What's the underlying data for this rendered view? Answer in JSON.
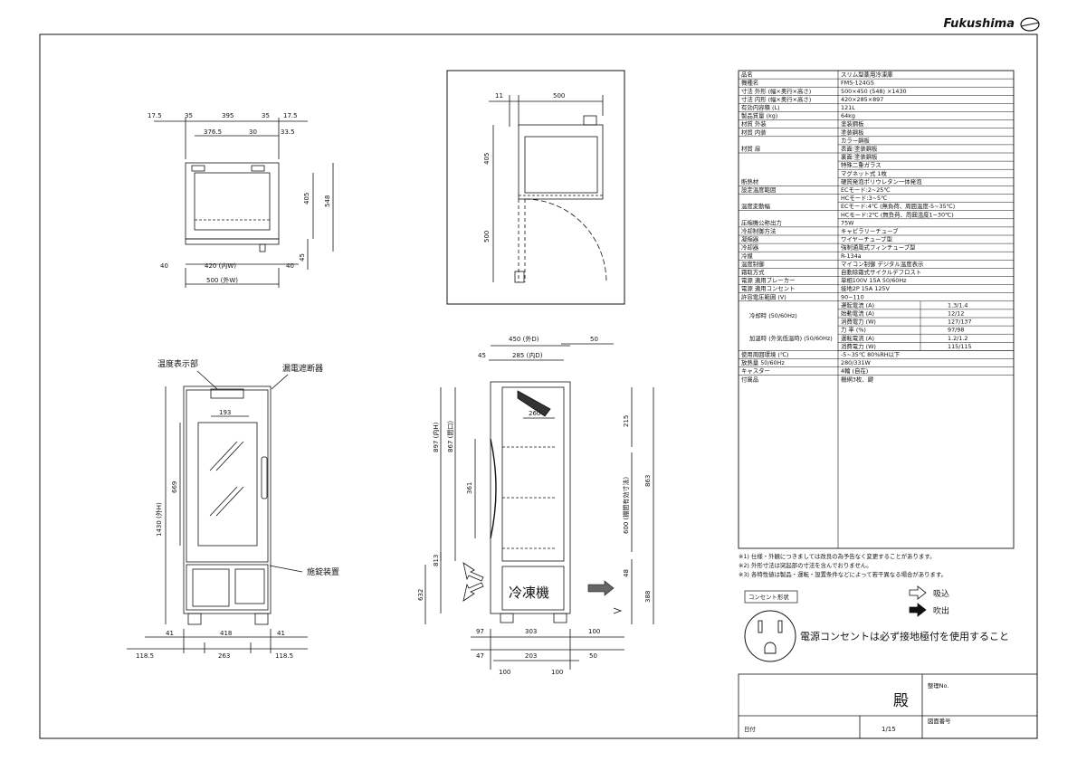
{
  "brand": "Fukushima",
  "front_small": {
    "top_dims": [
      "17.5",
      "35",
      "395",
      "35",
      "17.5"
    ],
    "sub_dims": [
      "376.5",
      "30",
      "33.5"
    ],
    "side_dims": [
      "405",
      "548",
      "45"
    ],
    "bottom_dims": [
      "40",
      "420 (内W)",
      "40"
    ],
    "total_width": "500 (外W)"
  },
  "side_small": {
    "top_dims": [
      "11",
      "500"
    ],
    "side_dims": [
      "405",
      "500"
    ]
  },
  "front_large": {
    "label_temp_display": "温度表示部",
    "label_breaker": "漏電遮断器",
    "label_lock": "施錠装置",
    "height_total": "1430 (外H)",
    "window_height": "669",
    "window_width": "193",
    "bottom_row1": [
      "41",
      "418",
      "41"
    ],
    "bottom_row2": [
      "118.5",
      "263",
      "118.5"
    ]
  },
  "side_large": {
    "depth_outer": "450 (外D)",
    "gap_right": "50",
    "left_45": "45",
    "depth_inner": "285 (内D)",
    "shelf_width": "260",
    "h_897": "897 (内H)",
    "h_867": "867 (間口)",
    "h_361": "361",
    "h_813": "813",
    "h_632": "632",
    "h_215": "215",
    "h_863": "863",
    "h_600": "600 (棚間有効寸法)",
    "h_48": "48",
    "h_388": "388",
    "unit_label": "冷凍機",
    "bottom_row1": [
      "97",
      "303",
      "100"
    ],
    "bottom_row2": [
      "47",
      "203",
      "50"
    ],
    "bottom_row3": [
      "100",
      "100"
    ]
  },
  "spec_table": {
    "rows": [
      {
        "label": "品名",
        "value": "スリム型薬用冷凍庫"
      },
      {
        "label": "機種名",
        "value": "FMS-124GS"
      },
      {
        "label": "寸法 外形 (幅×奥行×高さ)",
        "value": "500×450 (548) ×1430"
      },
      {
        "label": "寸法 内形 (幅×奥行×高さ)",
        "value": "420×285×897"
      },
      {
        "label": "有効内容積 (L)",
        "value": "121L"
      },
      {
        "label": "製品質量 (kg)",
        "value": "64kg"
      },
      {
        "label": "材質 外装",
        "value": "塗装鋼板"
      },
      {
        "label": "材質 内装",
        "value": "塗装鋼板"
      },
      {
        "label": "",
        "value": "カラー鋼板"
      },
      {
        "label": "材質 扉",
        "value": "表面:塗装鋼板"
      },
      {
        "label": "",
        "value": "裏面:塗装鋼板"
      },
      {
        "label": "",
        "value": "特殊二重ガラス"
      },
      {
        "label": "",
        "value": "マグネット式 1枚"
      },
      {
        "label": "断熱材",
        "value": "硬質発泡ポリウレタン一体発泡"
      },
      {
        "label": "設定温度範囲",
        "value": "ECモード:2~25℃"
      },
      {
        "label": "",
        "value": "HCモード:3~5℃"
      },
      {
        "label": "温度変動幅",
        "value": "ECモード:4℃ (無負荷、周囲温度-5~35℃)"
      },
      {
        "label": "",
        "value": "HCモード:2℃ (無負荷、周囲温度1~30℃)"
      },
      {
        "label": "圧縮機公称出力",
        "value": "75W"
      },
      {
        "label": "冷却制御方法",
        "value": "キャピラリーチューブ"
      },
      {
        "label": "凝縮器",
        "value": "ワイヤーチューブ型"
      },
      {
        "label": "冷却器",
        "value": "強制通風式フィンチューブ型"
      },
      {
        "label": "冷媒",
        "value": "R-134a"
      },
      {
        "label": "温度制御",
        "value": "マイコン制御 デジタル温度表示"
      },
      {
        "label": "霜取方式",
        "value": "自動除霜式サイクルデフロスト"
      },
      {
        "label": "電源 適用ブレーカー",
        "value": "単相100V 15A 50/60Hz"
      },
      {
        "label": "電源 適用コンセント",
        "value": "接地2P 15A 125V"
      },
      {
        "label": "許容電圧範囲 (V)",
        "value": "90~110"
      }
    ],
    "elec": {
      "group1": "冷却時 (50/60Hz)",
      "group2": "加温時 (外気低温時) (50/60Hz)",
      "rows": [
        {
          "label": "運転電流 (A)",
          "value": "1.3/1.4"
        },
        {
          "label": "始動電流 (A)",
          "value": "12/12"
        },
        {
          "label": "消費電力 (W)",
          "value": "127/137"
        },
        {
          "label": "力 率 (%)",
          "value": "97/98"
        },
        {
          "label": "運転電流 (A)",
          "value": "1.2/1.2"
        },
        {
          "label": "消費電力 (W)",
          "value": "115/115"
        }
      ]
    },
    "tail": [
      {
        "label": "使用周囲環境 (℃)",
        "value": "-5~35℃ 80%RH以下"
      },
      {
        "label": "放熱量 50/60Hz",
        "value": "280/331W"
      },
      {
        "label": "キャスター",
        "value": "4輪 (自在)"
      },
      {
        "label": "付属品",
        "value": "棚網3枚、鍵"
      }
    ]
  },
  "notes": [
    "※1) 仕様・外観につきましては改良の為予告なく変更することがあります。",
    "※2) 外形寸法は突起部の寸法を含んでおりません。",
    "※3) 各特性値は製品・運転・設置条件などによって若干異なる場合があります。"
  ],
  "legend": {
    "outlet_title": "コンセント形状",
    "intake": "吸込",
    "exhaust": "吹出",
    "outlet_note": "電源コンセントは必ず接地極付を使用すること"
  },
  "title_block": {
    "honorific": "殿",
    "doc_no_label": "整理No.",
    "date_label": "日付",
    "scale": "1/15",
    "drawing_no_label": "図面番号"
  }
}
